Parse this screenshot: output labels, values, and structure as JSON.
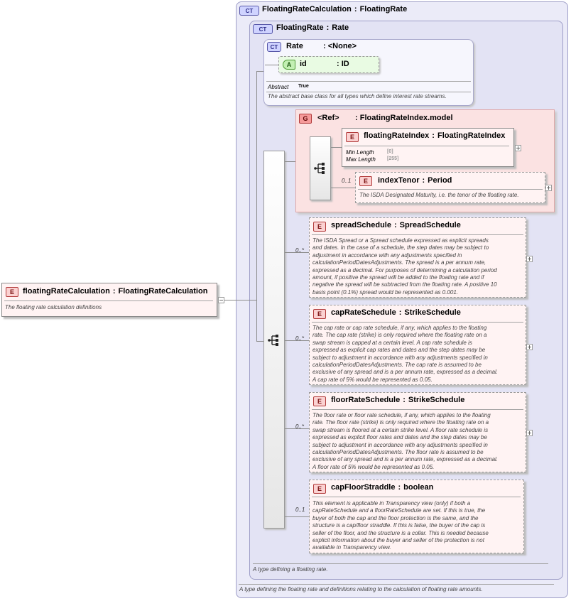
{
  "root": {
    "badge": "E",
    "name": "floatingRateCalculation",
    "type": "FloatingRateCalculation",
    "description": "The floating rate calculation definitions"
  },
  "outer_complex_type": {
    "badge": "CT",
    "name": "FloatingRateCalculation",
    "base": "FloatingRate",
    "description": "A type defining the floating rate and definitions relating to the calculation of floating rate amounts."
  },
  "inner_complex_type": {
    "badge": "CT",
    "name": "FloatingRate",
    "base": "Rate",
    "description": "A type defining a floating rate."
  },
  "rate_type": {
    "badge": "CT",
    "name": "Rate",
    "base": "<None>",
    "attribute": {
      "badge": "A",
      "name": "id",
      "type": "ID"
    },
    "abstract_label": "Abstract",
    "abstract_value": "True",
    "description": "The abstract base class for all types which define interest rate streams."
  },
  "group": {
    "badge": "G",
    "name": "<Ref>",
    "type": "FloatingRateIndex.model"
  },
  "floating_rate_index": {
    "badge": "E",
    "name": "floatingRateIndex",
    "type": "FloatingRateIndex",
    "min_length_label": "Min Length",
    "min_length_value": "[0]",
    "max_length_label": "Max Length",
    "max_length_value": "[255]"
  },
  "index_tenor": {
    "badge": "E",
    "name": "indexTenor",
    "type": "Period",
    "multiplicity": "0..1",
    "description": "The ISDA Designated Maturity, i.e. the tenor of the floating rate."
  },
  "elements": [
    {
      "badge": "E",
      "name": "spreadSchedule",
      "type": "SpreadSchedule",
      "multiplicity": "0..*",
      "description_lines": [
        "The ISDA Spread or a Spread schedule expressed as explicit spreads",
        "and dates. In the case of a schedule, the step dates may be subject to",
        "adjustment in accordance with any adjustments specified in",
        "calculationPeriodDatesAdjustments. The spread is a per annum rate,",
        "expressed as a decimal. For purposes of determining a calculation period",
        "amount, if positive the spread will be added to the floating rate and if",
        "negative the spread will be subtracted from the floating rate. A positive 10",
        "basis point (0.1%) spread would be represented as 0.001."
      ]
    },
    {
      "badge": "E",
      "name": "capRateSchedule",
      "type": "StrikeSchedule",
      "multiplicity": "0..*",
      "description_lines": [
        "The cap rate or cap rate schedule, if any, which applies to the floating",
        "rate. The cap rate (strike) is only required where the floating rate on a",
        "swap stream is capped at a certain level. A cap rate schedule is",
        "expressed as explicit cap rates and dates and the step dates may be",
        "subject to adjustment in accordance with any adjustments specified in",
        "calculationPeriodDatesAdjustments. The cap rate is assumed to be",
        "exclusive of any spread and is a per annum rate, expressed as a decimal.",
        "A cap rate of 5% would be represented as 0.05."
      ]
    },
    {
      "badge": "E",
      "name": "floorRateSchedule",
      "type": "StrikeSchedule",
      "multiplicity": "0..*",
      "description_lines": [
        "The floor rate or floor rate schedule, if any, which applies to the floating",
        "rate. The floor rate (strike) is only required where the floating rate on a",
        "swap stream is floored at a certain strike level. A floor rate schedule is",
        "expressed as explicit floor rates and dates and the step dates may be",
        "subject to adjustment in accordance with any adjustments specified in",
        "calculationPeriodDatesAdjustments. The floor rate is assumed to be",
        "exclusive of any spread and is a per annum rate, expressed as a decimal.",
        "A floor rate of 5% would be represented as 0.05."
      ]
    },
    {
      "badge": "E",
      "name": "capFloorStraddle",
      "type": "boolean",
      "multiplicity": "0..1",
      "description_lines": [
        "This element is applicable in Transparency view (only) if both a",
        "capRateSchedule and a floorRateSchedule are set. If this is true, the",
        "buyer of both the cap and the floor protection is the same, and the",
        "structure is a cap/floor straddle. If this is false, the buyer of the cap is",
        "seller of the floor, and the structure is a collar. This is needed because",
        "explicit information about the buyer and seller of the protection is not",
        "available in Transparency view."
      ]
    }
  ],
  "colors": {
    "complex_type_bg": "#ebebf8",
    "element_bg": "#fff3f3",
    "group_bg": "#fbe2e2",
    "attribute_bg": "#e9fbe3"
  }
}
